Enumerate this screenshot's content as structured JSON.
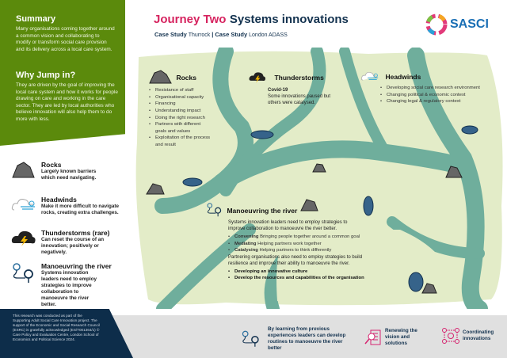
{
  "summary": {
    "heading": "Summary",
    "text": "Many organisations coming together around a common vision and collaborating to modify or transform social care provision and its delivery across a local care system.",
    "why_heading": "Why Jump in?",
    "why_text": "They are driven by the goal of improving the local care system and how it works for people drawing on care and working in the care sector. They are led by local authorities who believe innovation will also help them to do more with less."
  },
  "legend": [
    {
      "icon": "rock-icon",
      "title": "Rocks",
      "desc": "Largely known barriers which need navigating."
    },
    {
      "icon": "headwind-icon",
      "title": "Headwinds",
      "desc": "Make it more difficult to navigate rocks, creating extra challenges."
    },
    {
      "icon": "thunderstorm-icon",
      "title": "Thunderstorms (rare)",
      "desc": "Can reset the course of an innovation; positively or negatively."
    },
    {
      "icon": "route-pin-icon",
      "title": "Manoeuvring the river",
      "desc": "Systems innovation leaders need to employ strategies to improve collaboration to manoeuvre the river better."
    }
  ],
  "credits": "This research was conducted as part of the Supporting Adult Social Care Innovation project. The support of the Economic and Social Research Council (ESRC) is gratefully acknowledged (ES/T001364/1) © Care Policy and Evaluation Centre, London School of Economics and Political Science 2024.",
  "header": {
    "title_a": "Journey Two",
    "title_b": "Systems innovations",
    "cs1_label": "Case Study",
    "cs1_value": "Thurrock",
    "sep": "|",
    "cs2_label": "Case Study",
    "cs2_value": "London ADASS",
    "logo": "SASCI"
  },
  "rocks": {
    "title": "Rocks",
    "items": [
      "Resistance of staff",
      "Organisational capacity",
      "Financing",
      "Understanding impact",
      "Doing the right research",
      "Partners with different goals and values",
      "Exploitation of the process and result"
    ]
  },
  "thunderstorms": {
    "title": "Thunderstorms",
    "sub": "Covid-19",
    "text": "Some innovations paused but others were catalysed."
  },
  "headwinds": {
    "title": "Headwinds",
    "items": [
      "Developing social care research environment",
      "Changing political & economic context",
      "Changing legal & regulatory context"
    ]
  },
  "manoeuvre": {
    "title": "Manoeuvring the river",
    "intro": "Systems innovation leaders need to employ strategies to improve collaboration to manoeuvre the river better.",
    "strategies": [
      {
        "b": "Convening",
        "t": "Bringing people together around a common goal"
      },
      {
        "b": "Mediating",
        "t": "Helping partners work together"
      },
      {
        "b": "Catalysing",
        "t": "Helping partners to think differently"
      }
    ],
    "text2": "Partnering organisations also need to employ strategies to build resilience and improve their ability to manoeuvre the river.",
    "items2": [
      "Developing an innovative culture",
      "Develop the resources and capabilities of the organisation"
    ]
  },
  "footer": {
    "learn": "By learning from previous experiences leaders can develop routines to manoeuvre the river better",
    "renew": "Renewing the vision and solutions",
    "coord": "Coordinating innovations"
  },
  "colors": {
    "green": "#5b8a0c",
    "navy": "#0d2d4a",
    "pink": "#d6235f",
    "river": "#6fae9c",
    "land": "#e3ecc8"
  }
}
